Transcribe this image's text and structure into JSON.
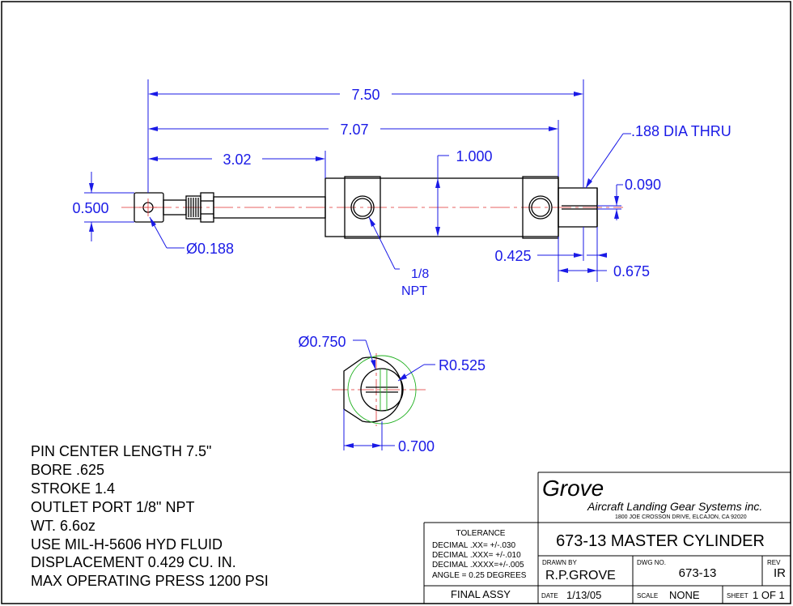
{
  "dimensions": {
    "overall_length": "7.50",
    "pin_center_length": "7.07",
    "rod_length": "3.02",
    "body_dia": "1.000",
    "hole_callout": ".188 DIA THRU",
    "slot_width": "0.090",
    "rod_end_height": "0.500",
    "rod_end_hole": "Ø0.188",
    "port_callout_line1": "1/8",
    "port_callout_line2": "NPT",
    "end_offset_inner": "0.425",
    "end_offset_outer": "0.675",
    "end_dia": "Ø0.750",
    "end_radius": "R0.525",
    "end_width": "0.700"
  },
  "notes": [
    "PIN CENTER LENGTH 7.5\"",
    "BORE .625",
    "STROKE 1.4",
    "OUTLET PORT 1/8\" NPT",
    "WT. 6.6oz",
    "USE MIL-H-5606 HYD FLUID",
    "DISPLACEMENT 0.429 CU. IN.",
    "MAX OPERATING PRESS 1200 PSI"
  ],
  "title_block": {
    "company": "Grove",
    "company_full": "Aircraft Landing Gear Systems inc.",
    "address": "1800 JOE CROSSON DRIVE, ELCAJON, CA 92020",
    "title": "673-13 MASTER CYLINDER",
    "tolerance_header": "TOLERANCE",
    "tolerance_lines": [
      "DECIMAL  .XX=  +/-.030",
      "DECIMAL  .XXX= +/-.010",
      "DECIMAL  .XXXX=+/-.005",
      "ANGLE = 0.25 DEGREES"
    ],
    "final_assy": "FINAL ASSY",
    "drawn_by_label": "DRAWN  BY",
    "drawn_by": "R.P.GROVE",
    "dwg_no_label": "DWG  NO.",
    "dwg_no": "673-13",
    "rev_label": "REV",
    "rev": "IR",
    "date_label": "DATE",
    "date": "1/13/05",
    "scale_label": "SCALE",
    "scale": "NONE",
    "sheet_label": "SHEET",
    "sheet": "1 OF 1"
  }
}
